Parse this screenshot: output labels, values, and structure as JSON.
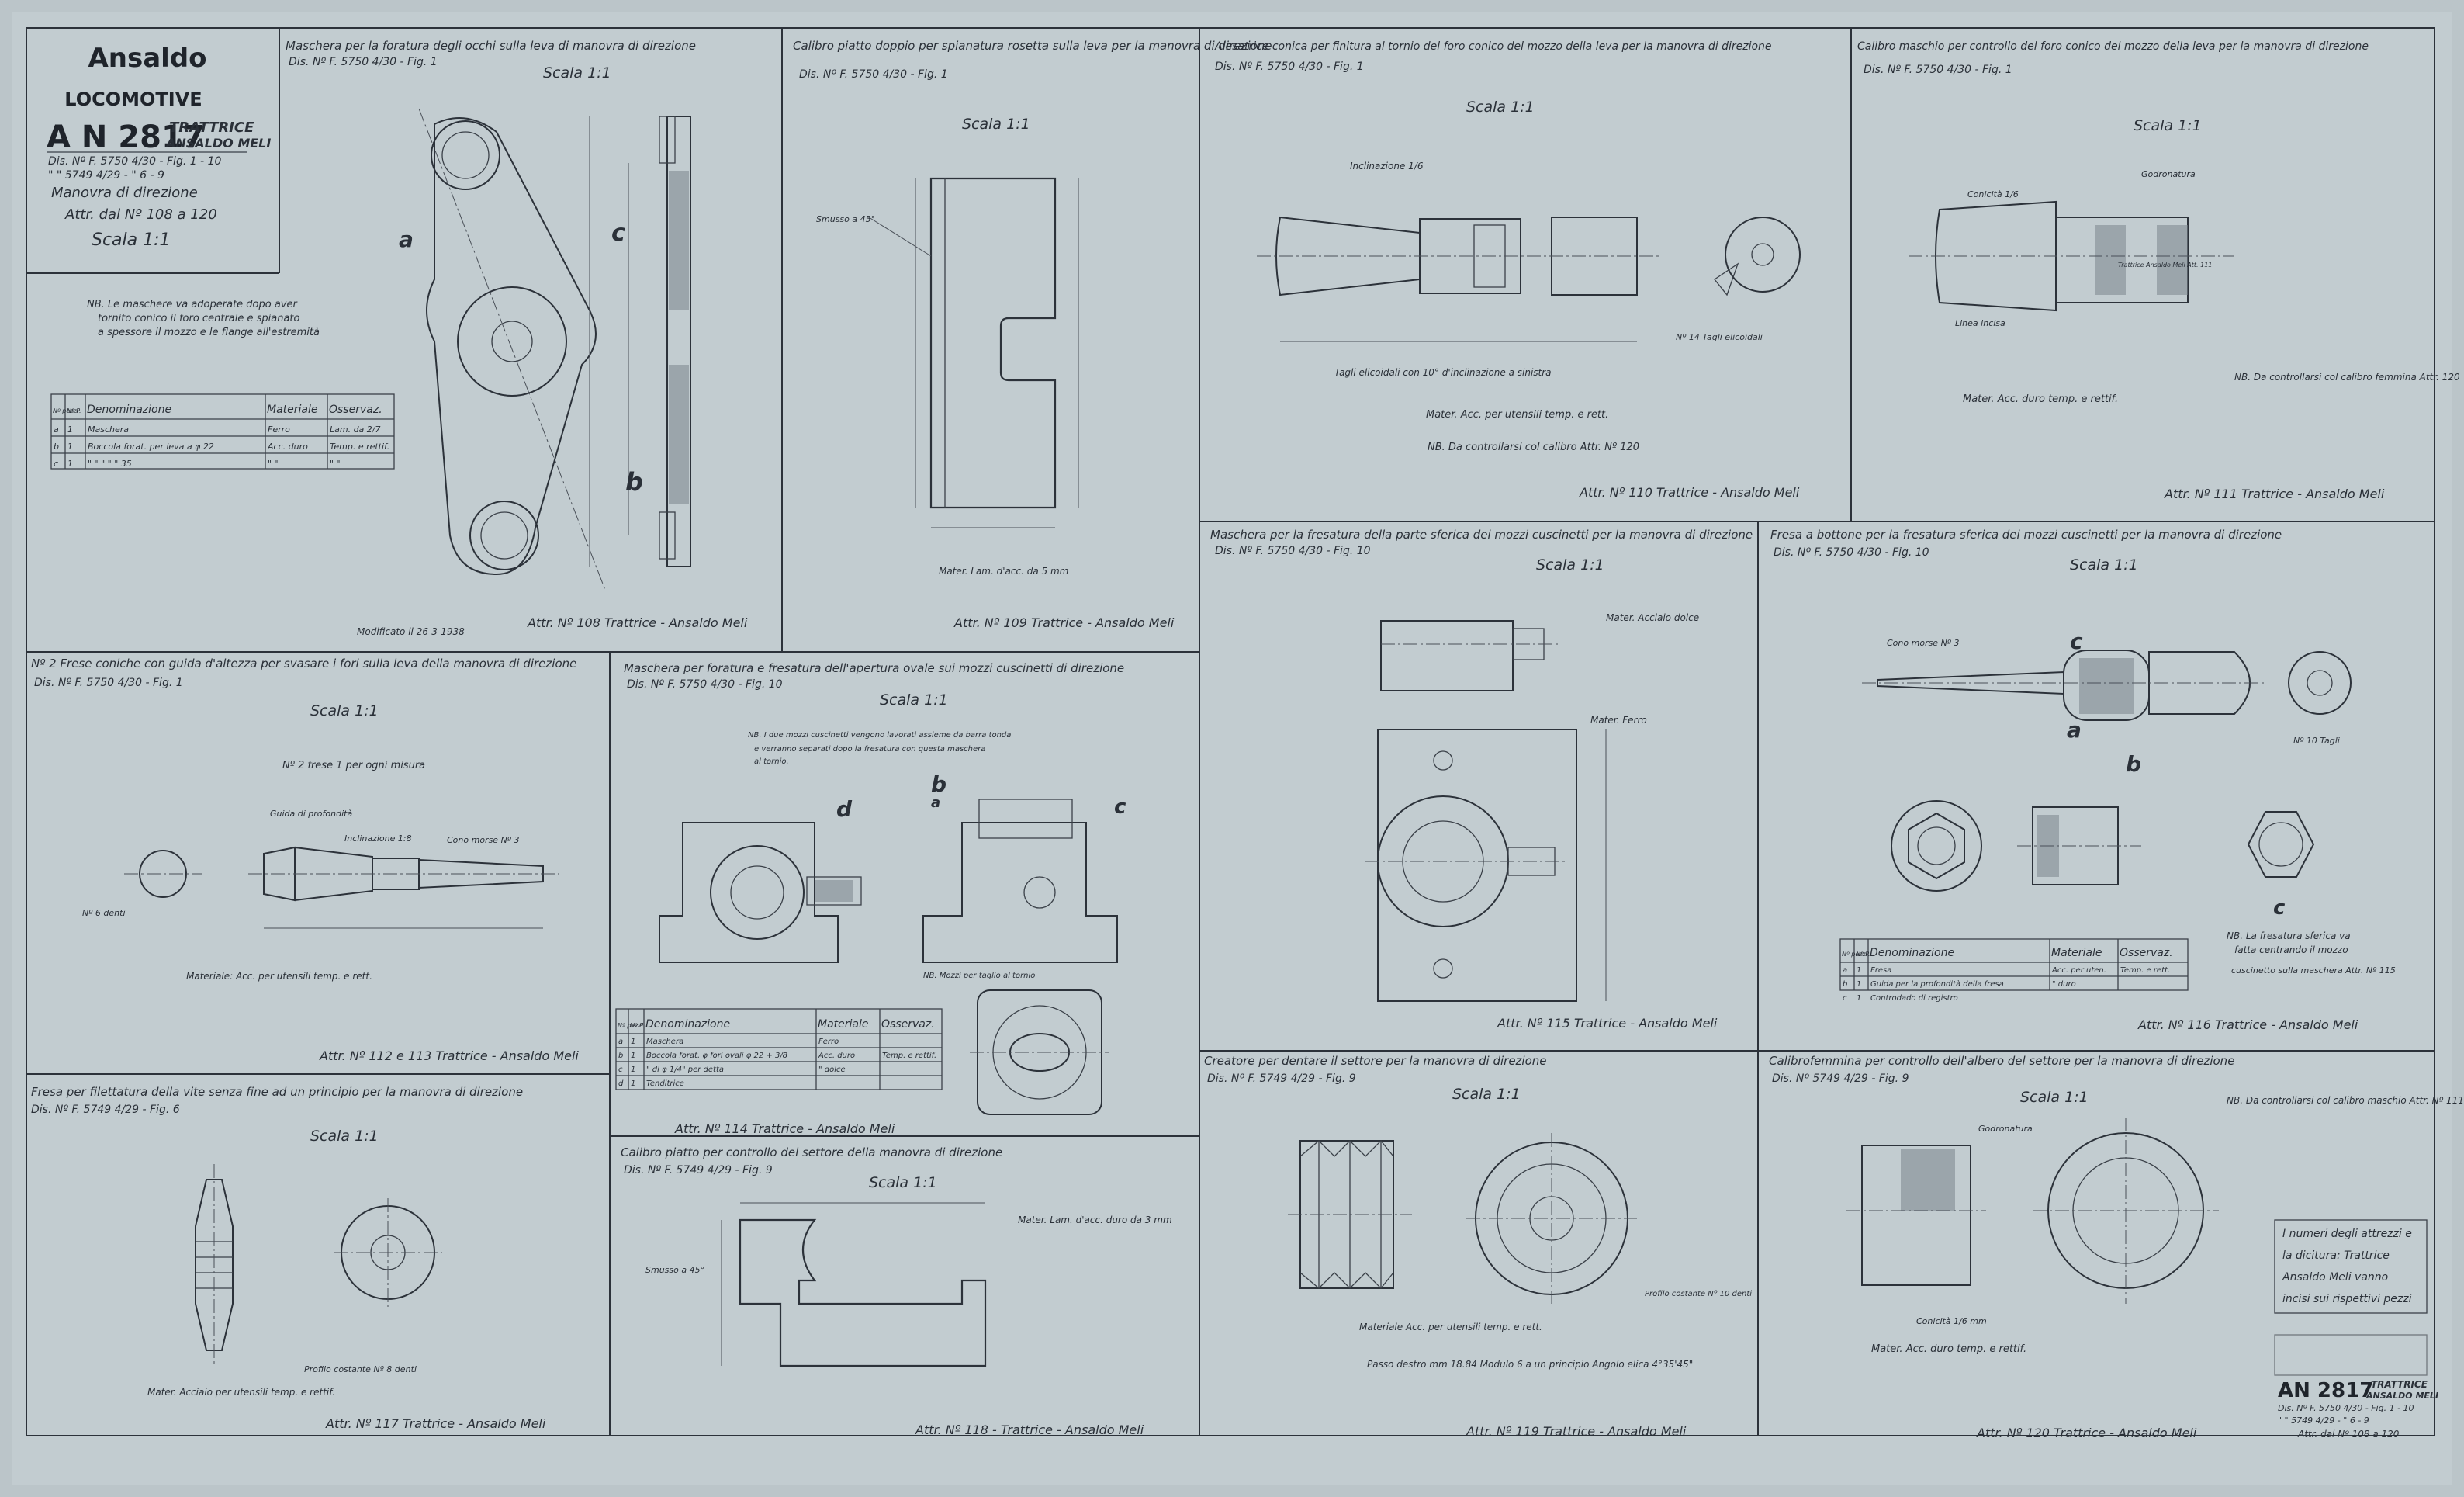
{
  "title_block": {
    "company": "Ansaldo",
    "product": "LOCOMOTIVE",
    "an_number": "A N 2817",
    "vehicle_line1": "TRATTRICE",
    "vehicle_line2": "ANSALDO MELI",
    "drawing_ref1": "Dis. Nº F. 5750 4/30 - Fig. 1 - 10",
    "drawing_ref2": "\" \" 5749 4/29 - \" 6 - 9",
    "subject": "Manovra di direzione",
    "tools_range": "Attr. dal Nº 108 a 120",
    "scale": "Scala 1:1"
  },
  "note_top_left": {
    "line1": "NB. Le maschere va adoperate dopo aver",
    "line2": "tornito conico il foro centrale e spianato",
    "line3": "a spessore il mozzo e le flange all'estremità"
  },
  "parts_table_108": {
    "headers": [
      "Nº pezzi",
      "Nº P.",
      "Denominazione",
      "Materiale",
      "Osservaz."
    ],
    "rows": [
      [
        "a",
        "1",
        "Maschera",
        "Ferro",
        "Lam. da 2/7"
      ],
      [
        "b",
        "1",
        "Boccola forat. per leva a φ 22",
        "Acc. duro",
        "Temp. e rettif."
      ],
      [
        "c",
        "1",
        "\" \" \" \" \" 35",
        "\" \"",
        "\" \""
      ]
    ]
  },
  "panel_108": {
    "title": "Maschera per la foratura degli occhi sulla leva di manovra di direzione",
    "ref": "Dis. Nº F. 5750 4/30 - Fig. 1",
    "scale": "Scala 1:1",
    "modified": "Modificato il 26-3-1938",
    "label": "Attr. Nº 108 Trattrice - Ansaldo Meli",
    "callouts": [
      "a",
      "b",
      "c"
    ]
  },
  "panel_109": {
    "title": "Calibro piatto doppio per spianatura rosetta sulla leva per la manovra di direzione",
    "ref": "Dis. Nº F. 5750 4/30 - Fig. 1",
    "scale": "Scala 1:1",
    "chamfer": "Smusso a 45°",
    "material": "Mater. Lam. d'acc. da 5 mm",
    "label": "Attr. Nº 109 Trattrice - Ansaldo Meli"
  },
  "panel_110": {
    "title": "Alesatrice conica per finitura al tornio del foro conico del mozzo della leva per la manovra di direzione",
    "ref": "Dis. Nº F. 5750 4/30 - Fig. 1",
    "scale": "Scala 1:1",
    "taper": "Inclinazione 1/6",
    "teeth": "Nº 14 Tagli elicoidali",
    "spiral": "Tagli elicoidali con 10° d'inclinazione a sinistra",
    "material": "Mater. Acc. per utensili temp. e rett.",
    "note": "NB. Da controllarsi col calibro Attr. Nº 120",
    "label": "Attr. Nº 110 Trattrice - Ansaldo Meli"
  },
  "panel_111": {
    "title": "Calibro maschio per controllo del foro conico del mozzo della leva per la manovra di direzione",
    "ref": "Dis. Nº F. 5750 4/30 - Fig. 1",
    "scale": "Scala 1:1",
    "taper": "Conicità 1/6",
    "knurl": "Godronatura",
    "stamp": "Trattrice Ansaldo Meli Att. 111",
    "line": "Linea incisa",
    "material": "Mater. Acc. duro temp. e rettif.",
    "note": "NB. Da controllarsi col calibro femmina Attr. 120",
    "label": "Attr. Nº 111 Trattrice - Ansaldo Meli"
  },
  "panel_112": {
    "title": "Nº 2 Frese coniche con guida d'altezza per svasare i fori sulla leva della manovra di direzione",
    "ref": "Dis. Nº F. 5750 4/30 - Fig. 1",
    "scale": "Scala 1:1",
    "subtitle": "Nº 2 frese 1 per ogni misura",
    "depth": "Guida di profondità",
    "angle": "Inclinazione 1:8",
    "cone": "Cono morse Nº 3",
    "teeth": "Nº 6 denti",
    "material": "Materiale: Acc. per utensili temp. e rett.",
    "label": "Attr. Nº 112 e 113 Trattrice - Ansaldo Meli"
  },
  "panel_114": {
    "title": "Maschera per foratura e fresatura dell'apertura ovale sui mozzi cuscinetti di direzione",
    "ref": "Dis. Nº F. 5750 4/30 - Fig. 10",
    "scale": "Scala 1:1",
    "note1": "NB. I due mozzi cuscinetti vengono lavorati assieme da barra tonda",
    "note2": "e verranno separati dopo la fresatura con questa maschera",
    "note3": "al tornio.",
    "note4": "NB. Mozzi per taglio al tornio",
    "callouts": [
      "a",
      "b",
      "c",
      "d"
    ],
    "table_headers": [
      "Nº pezzi",
      "Nº P.",
      "Denominazione",
      "Materiale",
      "Osservaz."
    ],
    "table_rows": [
      [
        "a",
        "1",
        "Maschera",
        "Ferro",
        ""
      ],
      [
        "b",
        "1",
        "Boccola forat. φ fori ovali φ 22 + 3/8",
        "Acc. duro",
        "Temp. e rettif."
      ],
      [
        "c",
        "1",
        "\" di φ 1/4\" per detta",
        "\" dolce",
        ""
      ],
      [
        "d",
        "1",
        "Tenditrice",
        "",
        ""
      ]
    ],
    "label": "Attr. Nº 114 Trattrice - Ansaldo Meli"
  },
  "panel_115": {
    "title": "Maschera per la fresatura della parte sferica dei mozzi cuscinetti per la manovra di direzione",
    "ref": "Dis. Nº F. 5750 4/30 - Fig. 10",
    "scale": "Scala 1:1",
    "mat1": "Mater. Acciaio dolce",
    "mat2": "Mater. Ferro",
    "label": "Attr. Nº 115 Trattrice - Ansaldo Meli"
  },
  "panel_116": {
    "title": "Fresa a bottone per la fresatura sferica dei mozzi cuscinetti per la manovra di direzione",
    "ref": "Dis. Nº F. 5750 4/30 - Fig. 10",
    "scale": "Scala 1:1",
    "cone": "Cono morse Nº 3",
    "teeth": "Nº 10 Tagli",
    "callouts": [
      "a",
      "b",
      "c"
    ],
    "table_headers": [
      "Nº pezzi",
      "Nº P.",
      "Denominazione",
      "Materiale",
      "Osservaz."
    ],
    "table_rows": [
      [
        "a",
        "1",
        "Fresa",
        "Acc. per uten.",
        "Temp. e rett."
      ],
      [
        "b",
        "1",
        "Guida per la profondità della fresa",
        "\" duro",
        ""
      ],
      [
        "c",
        "1",
        "Controdado di registro",
        "",
        ""
      ]
    ],
    "note1": "NB. La fresatura sferica va",
    "note2": "fatta centrando il mozzo",
    "note3": "cuscinetto sulla maschera Attr. Nº 115",
    "label": "Attr. Nº 116 Trattrice - Ansaldo Meli"
  },
  "panel_117": {
    "title": "Fresa per filettatura della vite senza fine ad un principio per la manovra di direzione",
    "ref": "Dis. Nº F. 5749 4/29 - Fig. 6",
    "scale": "Scala 1:1",
    "profile": "Profilo costante Nº 8 denti",
    "material": "Mater. Acciaio per utensili temp. e rettif.",
    "label": "Attr. Nº 117 Trattrice - Ansaldo Meli"
  },
  "panel_118": {
    "title": "Calibro piatto per controllo del settore della manovra di direzione",
    "ref": "Dis. Nº F. 5749 4/29 - Fig. 9",
    "scale": "Scala 1:1",
    "material": "Mater. Lam. d'acc. duro da 3 mm",
    "chamfer": "Smusso a 45°",
    "label": "Attr. Nº 118 - Trattrice - Ansaldo Meli"
  },
  "panel_119": {
    "title": "Creatore per dentare il settore per la manovra di direzione",
    "ref": "Dis. Nº F. 5749 4/29 - Fig. 9",
    "scale": "Scala 1:1",
    "material": "Materiale Acc. per utensili temp. e rett.",
    "profile": "Profilo costante Nº 10 denti",
    "pitch": "Passo destro mm 18.84 Modulo 6 a un principio Angolo elica 4°35'45\"",
    "label": "Attr. Nº 119 Trattrice - Ansaldo Meli"
  },
  "panel_120": {
    "title": "Calibrofemmina per controllo dell'albero del settore per la manovra di direzione",
    "ref": "Dis. Nº 5749 4/29 - Fig. 9",
    "scale": "Scala 1:1",
    "note": "NB. Da controllarsi col calibro maschio Attr. Nº 111",
    "knurl": "Godronatura",
    "taper": "Conicità 1/6 mm",
    "material": "Mater. Acc. duro temp. e rettif.",
    "label": "Attr. Nº 120 Trattrice - Ansaldo Meli"
  },
  "bottom_note": {
    "line1": "I numeri degli attrezzi e",
    "line2": "la dicitura: Trattrice",
    "line3": "Ansaldo Meli vanno",
    "line4": "incisi sui rispettivi pezzi"
  },
  "bottom_title": {
    "an_number": "AN 2817",
    "vehicle_line1": "TRATTRICE",
    "vehicle_line2": "ANSALDO MELI",
    "ref1": "Dis. Nº F. 5750 4/30 - Fig. 1 - 10",
    "ref2": "\" \" 5749 4/29 - \" 6 - 9",
    "range": "Attr. dal Nº 108 a 120"
  },
  "colors": {
    "paper": "#c2ccd0",
    "ink": "#262b31"
  }
}
